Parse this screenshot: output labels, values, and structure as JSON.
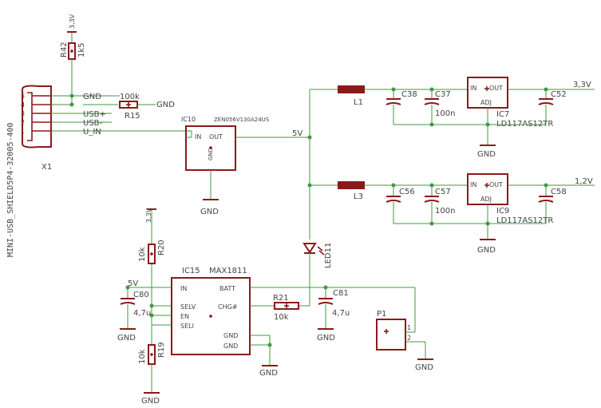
{
  "usb": {
    "ref": "X1",
    "part": "MINI-USB_SHIELD5P4-32005-400",
    "pins": [
      "5",
      "4",
      "3",
      "2",
      "1"
    ],
    "nets": [
      "GND",
      "",
      "USB+",
      "USB-",
      "U_IN"
    ]
  },
  "r42": {
    "ref": "R42",
    "value": "1k5",
    "supply": "3,3V"
  },
  "r15": {
    "ref": "R15",
    "value": "100k",
    "net": "GND"
  },
  "ic10": {
    "ref": "IC10",
    "part": "ZEN056V130A24US",
    "pin_in": "IN",
    "pin_out": "OUT",
    "pin_gnd": "GND",
    "gnd": "GND"
  },
  "net_5v": "5V",
  "l1": {
    "ref": "L1"
  },
  "l3": {
    "ref": "L3"
  },
  "c38": {
    "ref": "C38"
  },
  "c37": {
    "ref": "C37",
    "value": "100n"
  },
  "c56": {
    "ref": "C56"
  },
  "c57": {
    "ref": "C57",
    "value": "100n"
  },
  "ic7": {
    "ref": "IC7",
    "part": "LD117AS12TR",
    "pin_in": "IN",
    "pin_out": "OUT",
    "pin_adj": "ADJ",
    "gnd": "GND"
  },
  "ic9": {
    "ref": "IC9",
    "part": "LD117AS12TR",
    "pin_in": "IN",
    "pin_out": "OUT",
    "pin_adj": "ADJ",
    "gnd": "GND"
  },
  "c52": {
    "ref": "C52",
    "net": "3,3V"
  },
  "c58": {
    "ref": "C58",
    "net": "1,2V"
  },
  "led11": {
    "ref": "LED11"
  },
  "r20": {
    "ref": "R20",
    "value": "10k",
    "supply": "3,3V"
  },
  "r19": {
    "ref": "R19",
    "value": "10k",
    "gnd": "GND"
  },
  "ic15": {
    "ref": "IC15",
    "part": "MAX1811",
    "pins_left": [
      "IN",
      "SELV",
      "EN",
      "SELI"
    ],
    "pins_right": [
      "BATT",
      "CHG#",
      "GND",
      "GND"
    ],
    "gnd": "GND"
  },
  "c80": {
    "ref": "C80",
    "value": "4,7u",
    "supply": "5V",
    "gnd": "GND"
  },
  "r21": {
    "ref": "R21",
    "value": "10k"
  },
  "c81": {
    "ref": "C81",
    "value": "4,7u",
    "gnd": "GND"
  },
  "p1": {
    "ref": "P1",
    "pins": [
      "1",
      "2"
    ],
    "gnd": "GND"
  }
}
